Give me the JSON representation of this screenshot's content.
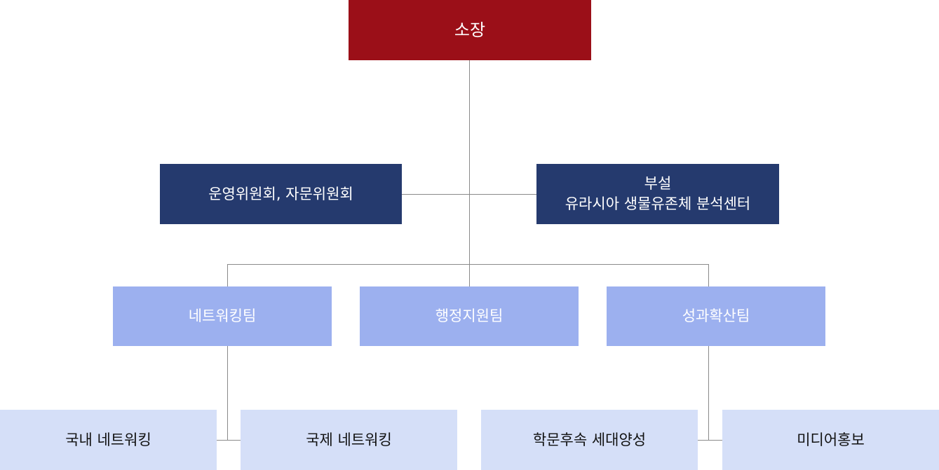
{
  "director": {
    "label": "소장"
  },
  "committees": {
    "label": "운영위원회, 자문위원회"
  },
  "center": {
    "line1": "부설",
    "line2": "유라시아 생물유존체 분석센터"
  },
  "teams": [
    {
      "label": "네트워킹팀"
    },
    {
      "label": "행정지원팀"
    },
    {
      "label": "성과확산팀"
    }
  ],
  "units": [
    {
      "label": "국내 네트워킹"
    },
    {
      "label": "국제 네트워킹"
    },
    {
      "label": "학문후속 세대양성"
    },
    {
      "label": "미디어홍보"
    }
  ],
  "colors": {
    "director": "#9b0f18",
    "level2": "#253a6e",
    "team": "#9cb0ef",
    "unit": "#d5dff8",
    "line": "#8a8a8a"
  }
}
